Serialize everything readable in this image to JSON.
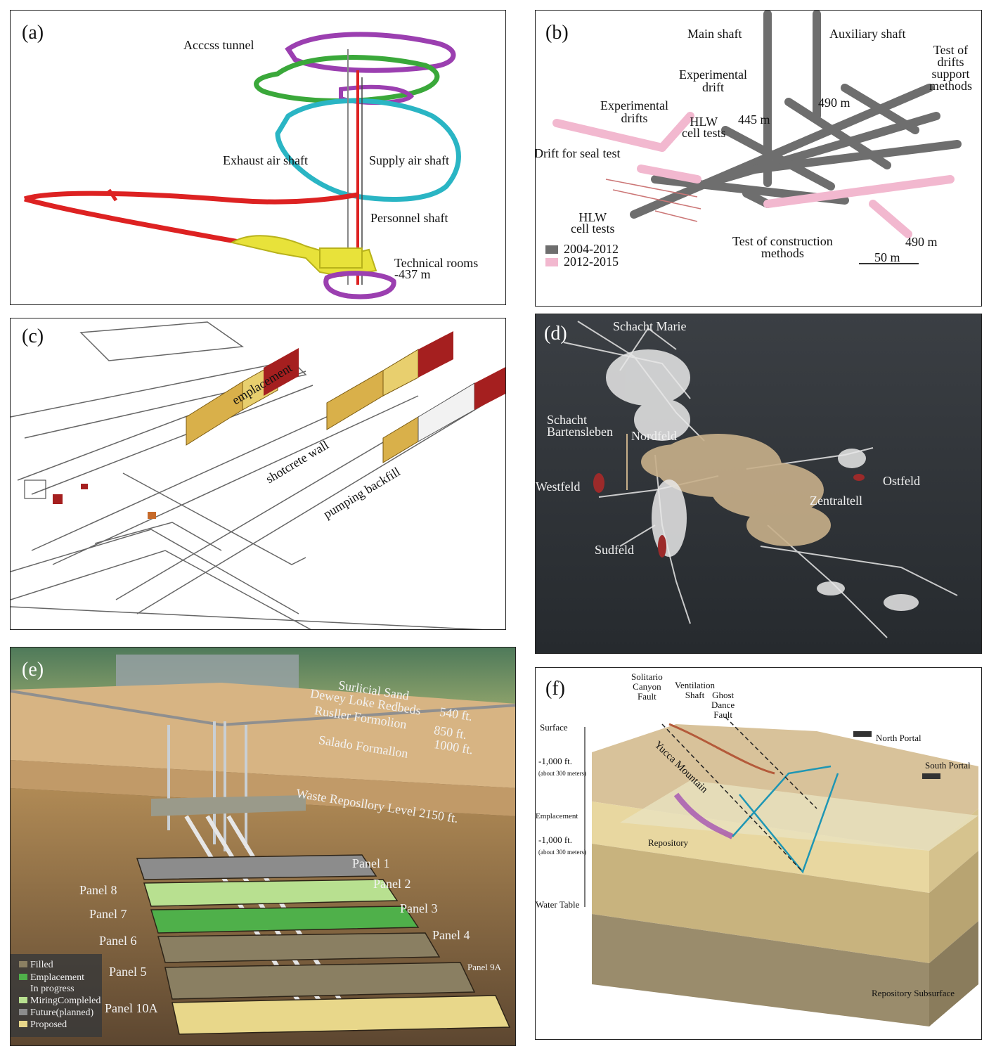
{
  "panels": {
    "a": {
      "tag": "(a)",
      "labels": {
        "access": "Acccss tunnel",
        "exhaust": "Exhaust air shaft",
        "supply": "Supply air shaft",
        "personnel": "Personnel shaft",
        "technical": "Technical rooms",
        "depth": "-437 m"
      }
    },
    "b": {
      "tag": "(b)",
      "labels": {
        "main": "Main shaft",
        "aux": "Auxiliary shaft",
        "test_support_1": "Test of",
        "test_support_2": "drifts",
        "test_support_3": "support",
        "test_support_4": "methods",
        "exp_drift_1": "Experimental",
        "exp_drift_2": "drift",
        "exp_drifts_1": "Experimental",
        "exp_drifts_2": "drifts",
        "hlw_top_1": "HLW",
        "hlw_top_2": "cell tests",
        "d445": "445 m",
        "d490a": "490 m",
        "seal": "Drift for seal test",
        "hlw_bot_1": "HLW",
        "hlw_bot_2": "cell tests",
        "construction_1": "Test of construction",
        "construction_2": "methods",
        "d490b": "490 m",
        "scale": "50 m"
      },
      "legend": [
        {
          "label": "2004-2012",
          "color": "#6e6e6e"
        },
        {
          "label": "2012-2015",
          "color": "#f2b8cf"
        }
      ]
    },
    "c": {
      "tag": "(c)",
      "labels": {
        "emplacement": "emplacement",
        "shotcrete": "shotcrete wall",
        "pumping": "pumping backfill"
      }
    },
    "d": {
      "tag": "(d)",
      "labels": {
        "marie": "Schacht Marie",
        "bartensleben_1": "Schacht",
        "bartensleben_2": "Bartensleben",
        "nordfeld": "Nordfeld",
        "westfeld": "Westfeld",
        "ostfeld": "Ostfeld",
        "zentral": "Zentraltell",
        "sudfeld": "Sudfeld"
      }
    },
    "e": {
      "tag": "(e)",
      "labels": {
        "sand": "Surlicial Sand",
        "dewey": "Dewey Loke Redbeds",
        "d540": "540 ft.",
        "rustler": "Rusller Formolion",
        "d850": "850 ft.",
        "d1000": "1000 ft.",
        "salado": "Salado Formallon",
        "waste": "Waste Reposllory Level 2150 ft.",
        "p1": "Panel 1",
        "p2": "Panel 2",
        "p3": "Panel 3",
        "p4": "Panel 4",
        "p5": "Panel 5",
        "p6": "Panel 6",
        "p7": "Panel 7",
        "p8": "Panel 8",
        "p9a": "Panel 9A",
        "p10a": "Panel 10A"
      },
      "legend": [
        {
          "label": "Filled",
          "color": "#8a7f62"
        },
        {
          "label": "Emplacement",
          "color": "#4fb04a"
        },
        {
          "label": "In progress",
          "color": ""
        },
        {
          "label": "MiringCompleled",
          "color": "#b8e090"
        },
        {
          "label": "Future(planned)",
          "color": "#8c8c8c"
        },
        {
          "label": "Proposed",
          "color": "#e8d78a"
        }
      ]
    },
    "f": {
      "tag": "(f)",
      "labels": {
        "solitario_1": "Solitario",
        "solitario_2": "Canyon",
        "solitario_3": "Fault",
        "vent_1": "Ventilation",
        "vent_2": "Shaft",
        "ghost_1": "Ghost",
        "ghost_2": "Dance",
        "ghost_3": "Fault",
        "surface": "Surface",
        "north": "North Portal",
        "south": "South Portal",
        "yucca": "Yucca Mountain",
        "depth1": "-1,000 ft.",
        "depth1_note": "(about 300 meters)",
        "emplacement": "Emplacement",
        "repository": "Repository",
        "depth2": "-1,000 ft.",
        "depth2_note": "(about 300 meters)",
        "water": "Water Table",
        "subsurface": "Repository Subsurface"
      }
    }
  }
}
